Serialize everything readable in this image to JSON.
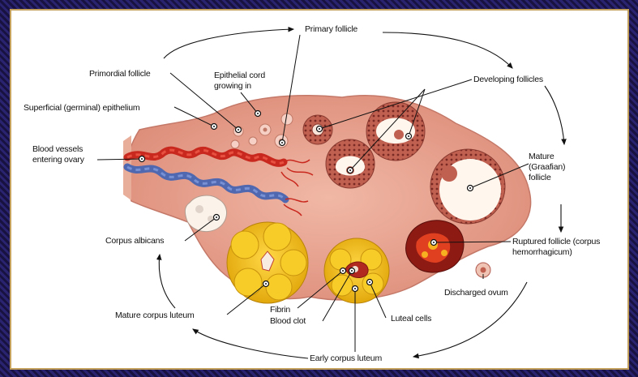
{
  "labels": {
    "primary_follicle": "Primary follicle",
    "primordial_follicle": "Primordial follicle",
    "epithelial_cord_1": "Epithelial cord",
    "epithelial_cord_2": "growing in",
    "superficial_epithelium": "Superficial (germinal) epithelium",
    "blood_vessels_1": "Blood vessels",
    "blood_vessels_2": "entering ovary",
    "developing_follicles": "Developing follicles",
    "mature_follicle_1": "Mature",
    "mature_follicle_2": "(Graafian)",
    "mature_follicle_3": "follicle",
    "ruptured_follicle_1": "Ruptured follicle   (corpus",
    "ruptured_follicle_2": "hemorrhagicum)",
    "corpus_albicans": "Corpus albicans",
    "discharged_ovum": "Discharged ovum",
    "mature_corpus_luteum": "Mature corpus luteum",
    "fibrin": "Fibrin",
    "blood_clot": "Blood clot",
    "luteal_cells": "Luteal cells",
    "early_corpus_luteum": "Early corpus luteum"
  },
  "colors": {
    "frame": "#1a1450",
    "border": "#c3a05c",
    "ovary_tissue": "#e8a08e",
    "artery": "#c8281e",
    "vein": "#5068b0",
    "corpus_luteum": "#f0c01c",
    "follicle_wall": "#b05a4e"
  }
}
